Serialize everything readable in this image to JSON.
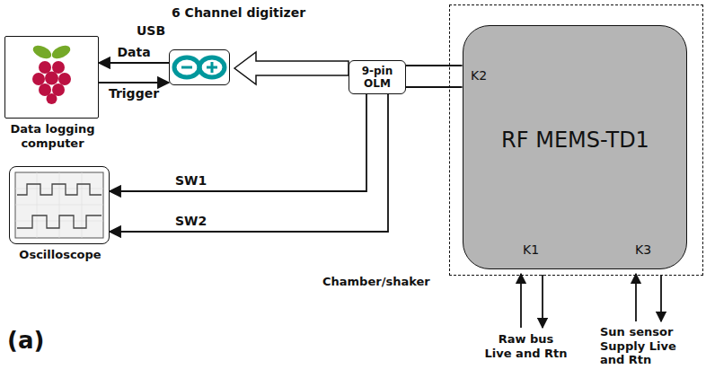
{
  "diagram": {
    "nodes": [
      {
        "text": [
          "Data logging computer"
        ]
      },
      {
        "text": [
          "6 Channel digitizer"
        ]
      },
      {
        "text": [
          "9-pin OLM"
        ]
      },
      {
        "text": [
          "Chamber/shaker"
        ]
      },
      {
        "text": [
          "RF MEMS-TD1"
        ],
        "in": 3
      },
      {
        "text": [
          "Oscilloscope"
        ]
      }
    ],
    "edges": [
      {
        "from": 1,
        "to": 0,
        "label": "Data",
        "arrow": "to"
      },
      {
        "from": 0,
        "to": 1,
        "label": "Trigger",
        "arrow": "to"
      },
      {
        "from": 2,
        "to": 1,
        "arrow": "to"
      },
      {
        "from": 2,
        "to": 4,
        "arrow": "none"
      },
      {
        "from": 2,
        "to": 4,
        "arrow": "none"
      },
      {
        "from": 2,
        "to": 5,
        "label": "SW1",
        "arrow": "to"
      },
      {
        "from": 2,
        "to": 5,
        "label": "SW2",
        "arrow": "to"
      }
    ],
    "labels": [
      "USB",
      "K2",
      "K1",
      "K3",
      "Raw bus Live and Rtn",
      "Sun sensor Supply Live and Rtn",
      "(a)"
    ]
  }
}
